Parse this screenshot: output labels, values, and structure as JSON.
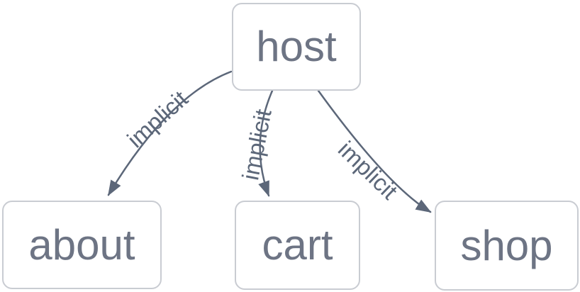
{
  "diagram": {
    "type": "graph",
    "direction": "top-down",
    "colors": {
      "background": "#ffffff",
      "node_border": "#c9ccd2",
      "node_fill": "#ffffff",
      "node_text": "#6d7484",
      "edge": "#5c6779",
      "edge_label": "#5c6779"
    },
    "nodes": [
      {
        "id": "host",
        "label": "host"
      },
      {
        "id": "about",
        "label": "about"
      },
      {
        "id": "cart",
        "label": "cart"
      },
      {
        "id": "shop",
        "label": "shop"
      }
    ],
    "edges": [
      {
        "from": "host",
        "to": "about",
        "label": "implicit"
      },
      {
        "from": "host",
        "to": "cart",
        "label": "implicit"
      },
      {
        "from": "host",
        "to": "shop",
        "label": "implicit"
      }
    ]
  }
}
